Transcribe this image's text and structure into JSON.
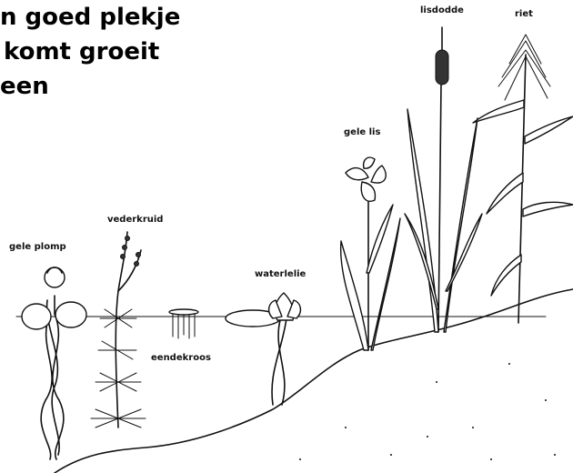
{
  "heading": {
    "lines": [
      "n goed plekje",
      "komt groeit",
      "een"
    ]
  },
  "plants": {
    "gele_plomp": "gele plomp",
    "vederkruid": "vederkruid",
    "eendekroos": "eendekroos",
    "waterlelie": "waterlelie",
    "gele_lis": "gele lis",
    "lisdodde": "lisdodde",
    "riet": "riet"
  },
  "colors": {
    "ink": "#111111",
    "background": "#ffffff"
  }
}
